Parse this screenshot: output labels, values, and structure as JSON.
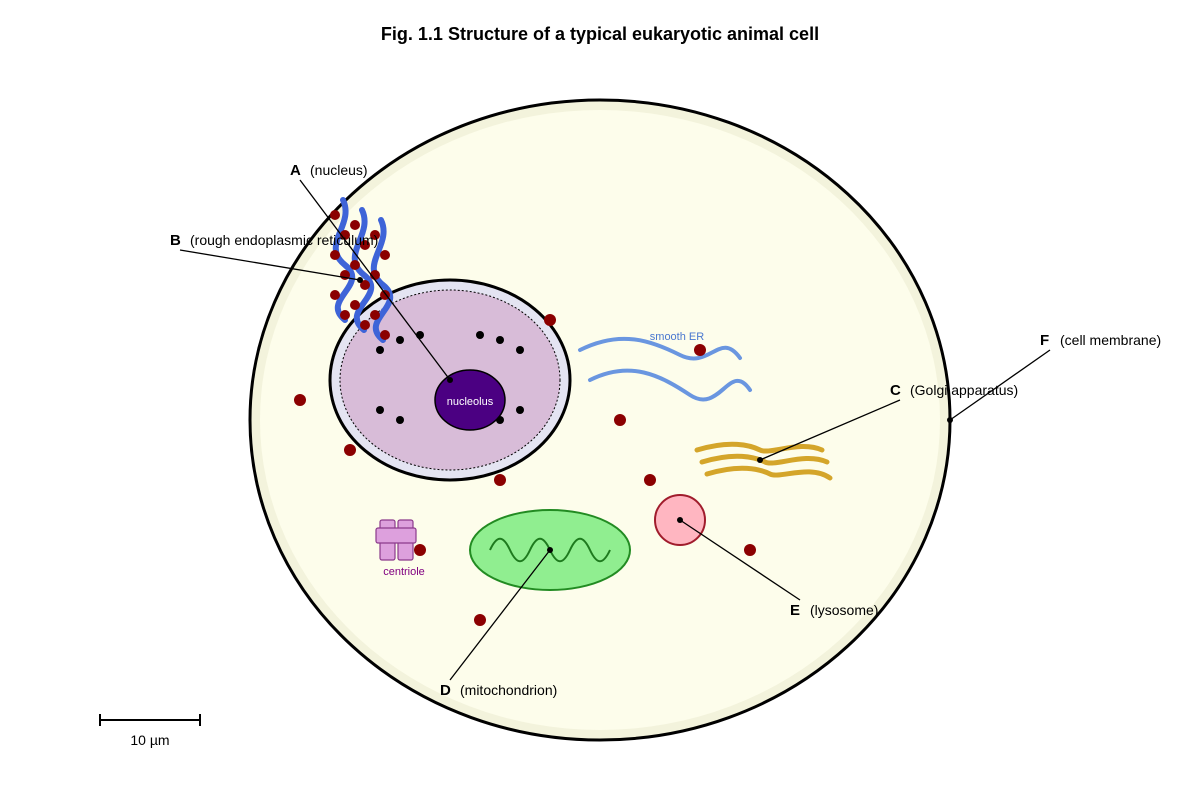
{
  "figure": {
    "title": "Fig. 1.1 Structure of a typical eukaryotic animal cell"
  },
  "labels": [
    {
      "letter": "A",
      "text": "(nucleus)"
    },
    {
      "letter": "B",
      "text": "(rough endoplasmic reticulum)"
    },
    {
      "letter": "C",
      "text": "(Golgi apparatus)"
    },
    {
      "letter": "D",
      "text": "(mitochondrion)"
    },
    {
      "letter": "E",
      "text": "(lysosome)"
    },
    {
      "letter": "F",
      "text": "(cell membrane)"
    }
  ],
  "inline_labels": {
    "nucleolus": "nucleolus",
    "smooth_er": "smooth ER",
    "centriole": "centriole"
  },
  "scale_bar": {
    "label": "10 µm"
  },
  "colors": {
    "cytoplasm": "#fdfdeb",
    "cytoplasm_rim": "#f3f3dc",
    "nucleus_envelope": "#e4e4f2",
    "nucleoplasm": "#d8bcd8",
    "nucleolus": "#4b0082",
    "rough_er": "#3e64d8",
    "ribosome": "#8b0000",
    "smooth_er": "#6a96e0",
    "golgi": "#d4a52a",
    "mitochondrion": "#90ee90",
    "mitochondrion_stroke": "#228b22",
    "lysosome": "#ffb6c1",
    "lysosome_stroke": "#a01c2c",
    "centriole": "#dda0dd",
    "centriole_stroke": "#8b3a8b"
  }
}
